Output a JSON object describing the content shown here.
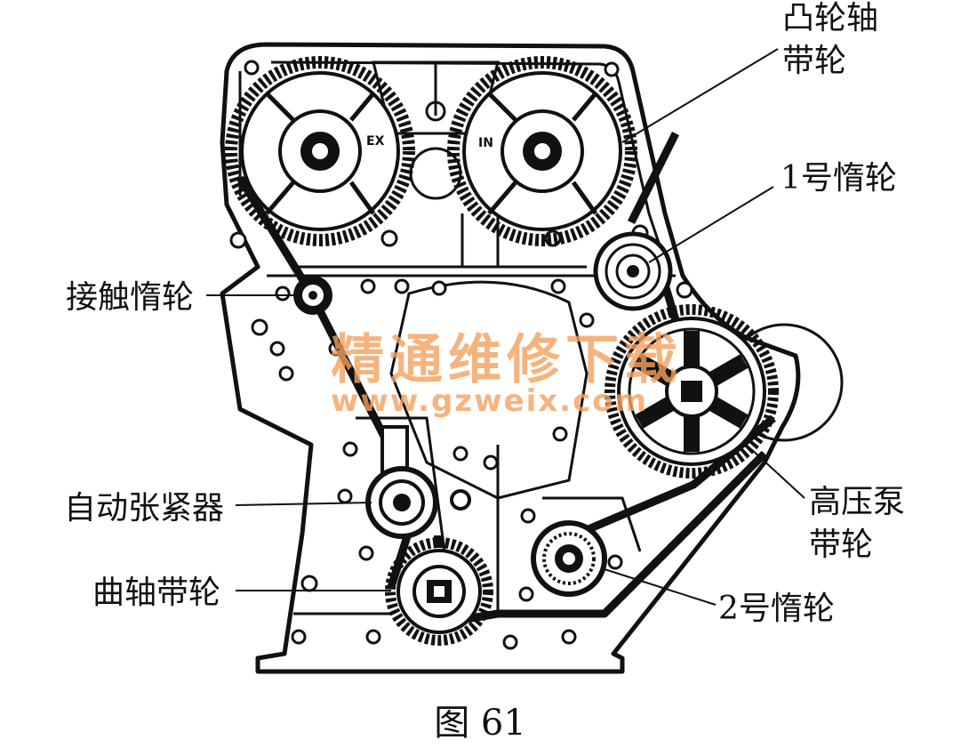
{
  "figure": {
    "caption": "图 61",
    "labels": {
      "camshaft_pulley_line1": "凸轮轴",
      "camshaft_pulley_line2": "带轮",
      "idler1": "1号惰轮",
      "contact_idler": "接触惰轮",
      "auto_tensioner": "自动张紧器",
      "crank_pulley": "曲轴带轮",
      "hp_pump_pulley_line1": "高压泵",
      "hp_pump_pulley_line2": "带轮",
      "idler2": "2号惰轮"
    },
    "pulley_marks": {
      "exhaust": "EX",
      "intake": "IN"
    },
    "watermark": {
      "text": "精通维修下载",
      "url": "www.gzweix.com"
    }
  }
}
